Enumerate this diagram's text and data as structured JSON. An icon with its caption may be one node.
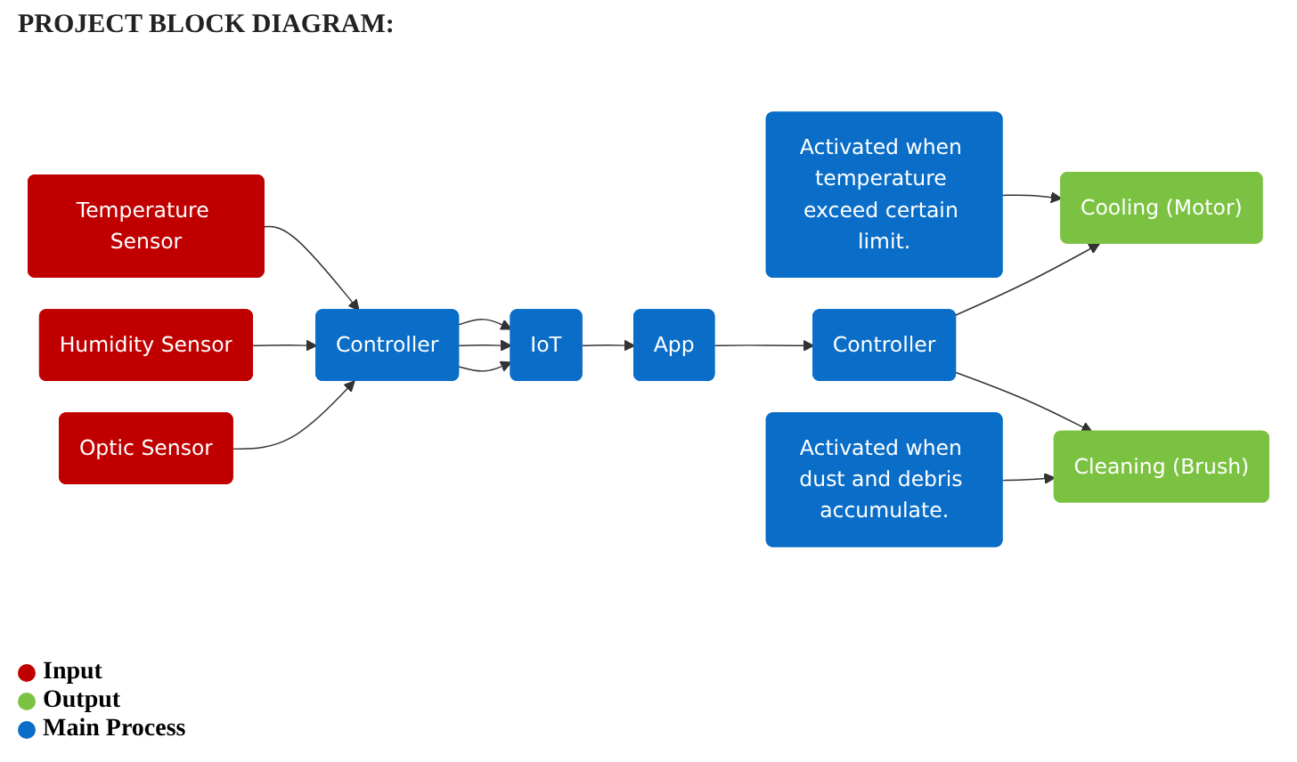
{
  "diagram": {
    "title": "PROJECT BLOCK DIAGRAM:",
    "nodes": [
      {
        "text": [
          "Temperature Sensor"
        ]
      },
      {
        "text": [
          "Humidity Sensor"
        ]
      },
      {
        "text": [
          "Optic Sensor"
        ]
      },
      {
        "text": [
          "Controller"
        ]
      },
      {
        "text": [
          "IoT"
        ]
      },
      {
        "text": [
          "Activated when temperature exceed certain limit."
        ]
      },
      {
        "text": [
          "App"
        ]
      },
      {
        "text": [
          "Controller"
        ]
      },
      {
        "text": [
          "Cooling (Motor)"
        ]
      },
      {
        "text": [
          "Activated when dust and debris accumulate."
        ]
      },
      {
        "text": [
          "Cleaning (Brush)"
        ]
      }
    ],
    "edges": [
      {
        "from": 0,
        "to": 3,
        "arrow": "to"
      },
      {
        "from": 1,
        "to": 3,
        "arrow": "to"
      },
      {
        "from": 2,
        "to": 3,
        "arrow": "to"
      },
      {
        "from": 3,
        "to": 4,
        "arrow": "to"
      },
      {
        "from": 3,
        "to": 4,
        "arrow": "to"
      },
      {
        "from": 3,
        "to": 4,
        "arrow": "to"
      },
      {
        "from": 4,
        "to": 6,
        "arrow": "to"
      },
      {
        "from": 6,
        "to": 7,
        "arrow": "to"
      },
      {
        "from": 5,
        "to": 8,
        "arrow": "to"
      },
      {
        "from": 7,
        "to": 8,
        "arrow": "to"
      },
      {
        "from": 7,
        "to": 10,
        "arrow": "to"
      },
      {
        "from": 9,
        "to": 10,
        "arrow": "to"
      }
    ],
    "legend": [
      {
        "text": "Input",
        "color": "#c00000"
      },
      {
        "text": "Output",
        "color": "#7cc242"
      },
      {
        "text": "Main Process",
        "color": "#0a6ec8"
      }
    ]
  }
}
